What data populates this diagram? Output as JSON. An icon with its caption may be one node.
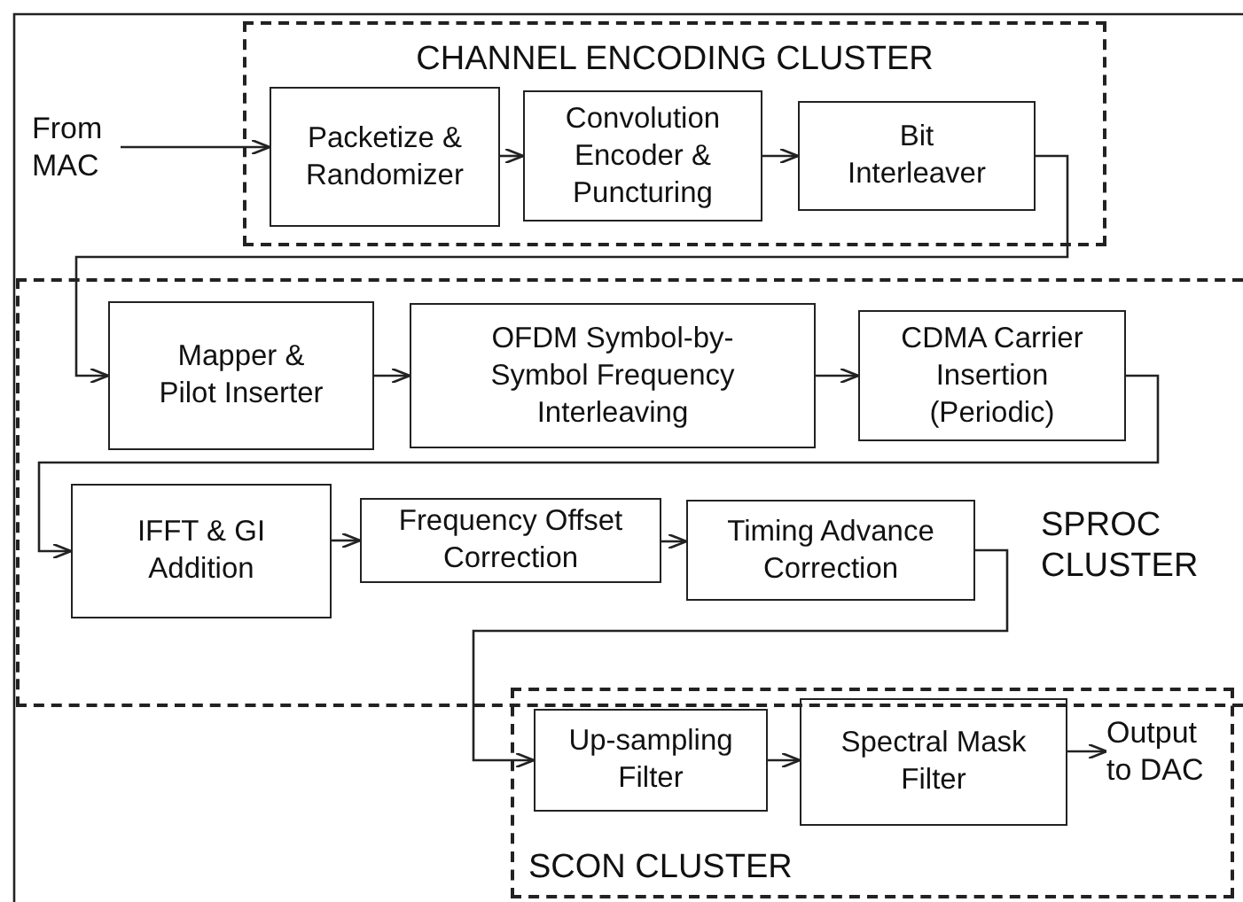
{
  "diagram": {
    "nodes": [
      {
        "text": [
          "From MAC"
        ]
      },
      {
        "text": [
          "CHANNEL ENCODING CLUSTER"
        ]
      },
      {
        "text": [
          "Packetize & Randomizer"
        ],
        "in": 1
      },
      {
        "text": [
          "Convolution Encoder & Puncturing"
        ],
        "in": 1
      },
      {
        "text": [
          "Bit Interleaver"
        ],
        "in": 1
      },
      {
        "text": [
          "SPROC CLUSTER"
        ]
      },
      {
        "text": [
          "Mapper & Pilot Inserter"
        ],
        "in": 5
      },
      {
        "text": [
          "OFDM Symbol-by-Symbol Frequency Interleaving"
        ],
        "in": 5
      },
      {
        "text": [
          "CDMA Carrier Insertion (Periodic)"
        ],
        "in": 5
      },
      {
        "text": [
          "IFFT & GI Addition"
        ],
        "in": 5
      },
      {
        "text": [
          "Frequency Offset Correction"
        ],
        "in": 5
      },
      {
        "text": [
          "Timing Advance Correction"
        ],
        "in": 5
      },
      {
        "text": [
          "SCON CLUSTER"
        ]
      },
      {
        "text": [
          "Up-sampling Filter"
        ],
        "in": 12
      },
      {
        "text": [
          "Spectral Mask Filter"
        ],
        "in": 12
      },
      {
        "text": [
          "Output to DAC"
        ],
        "in": 12
      }
    ],
    "edges": [
      {
        "from": 0,
        "to": 2,
        "arrow": "to"
      },
      {
        "from": 2,
        "to": 3,
        "arrow": "to"
      },
      {
        "from": 3,
        "to": 4,
        "arrow": "to"
      },
      {
        "from": 4,
        "to": 6,
        "arrow": "to"
      },
      {
        "from": 6,
        "to": 7,
        "arrow": "to"
      },
      {
        "from": 7,
        "to": 8,
        "arrow": "to"
      },
      {
        "from": 8,
        "to": 9,
        "arrow": "to"
      },
      {
        "from": 9,
        "to": 10,
        "arrow": "to"
      },
      {
        "from": 10,
        "to": 11,
        "arrow": "to"
      },
      {
        "from": 11,
        "to": 13,
        "arrow": "to"
      },
      {
        "from": 13,
        "to": 14,
        "arrow": "to"
      },
      {
        "from": 14,
        "to": 15,
        "arrow": "to"
      }
    ]
  }
}
